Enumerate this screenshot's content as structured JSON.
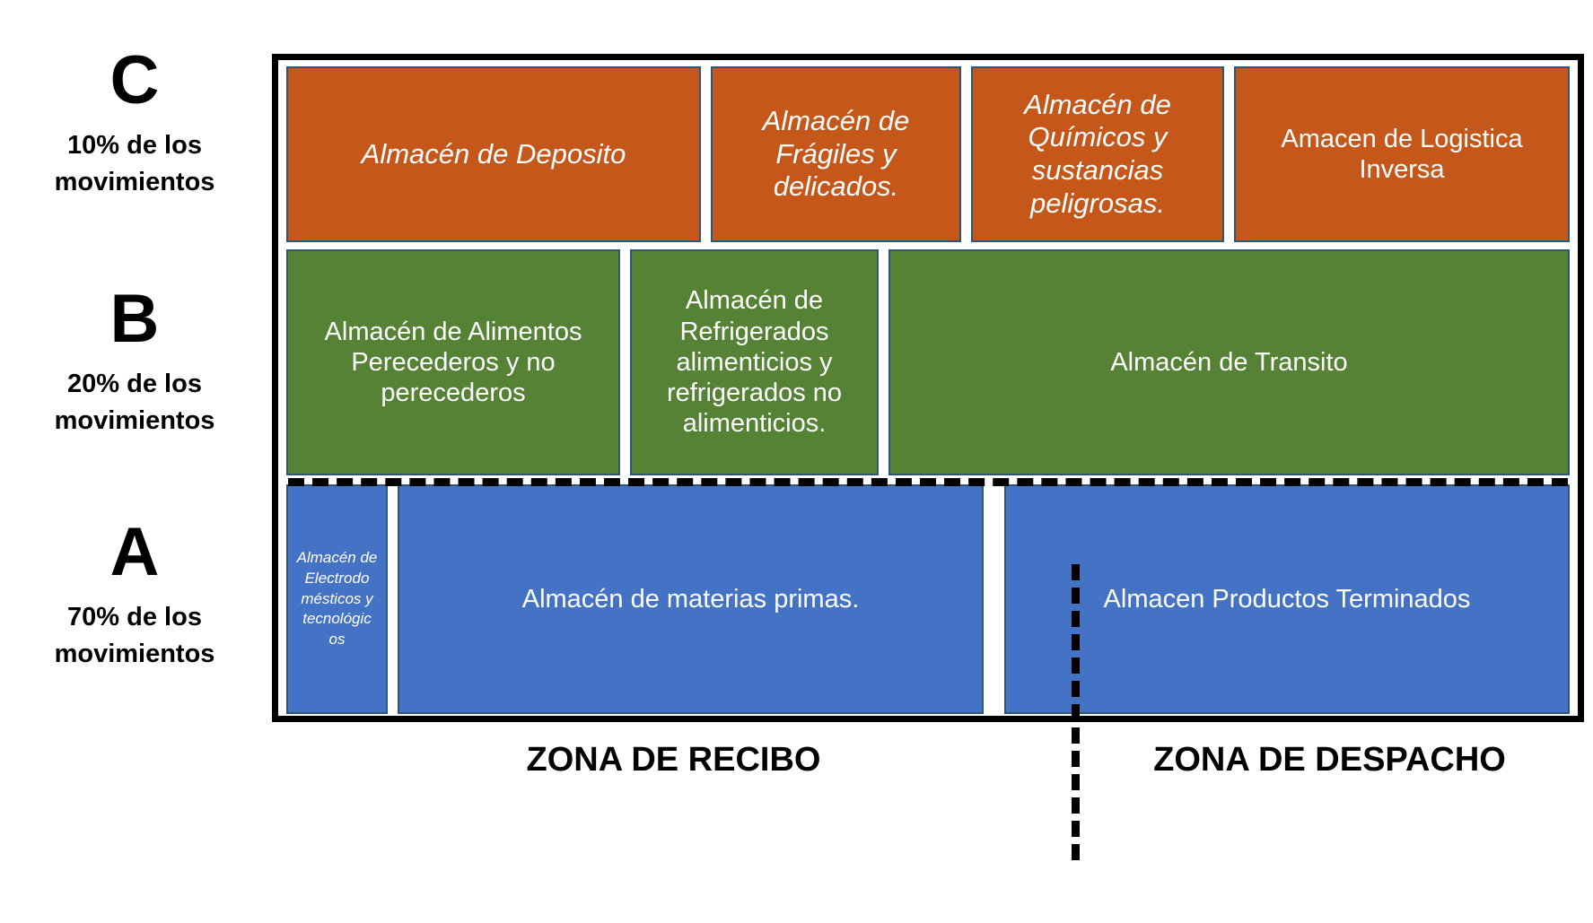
{
  "legend": {
    "groups": [
      {
        "letter": "C",
        "subtitle": "10% de los movimientos",
        "percent": "10%"
      },
      {
        "letter": "B",
        "subtitle": "20% de los movimientos",
        "percent": "20%"
      },
      {
        "letter": "A",
        "subtitle": "70% de los movimientos",
        "percent": "70%"
      }
    ]
  },
  "colors": {
    "class_c": "#C5571A",
    "class_b": "#558234",
    "class_a": "#4472C4",
    "box_border": "#2E5476",
    "frame": "#000000",
    "text_on_box": "#FFFFFF"
  },
  "rows": {
    "c": {
      "boxes": [
        {
          "label": "Almacén de Deposito",
          "style": "italic"
        },
        {
          "label": "Almacén de Frágiles y delicados.",
          "style": "italic"
        },
        {
          "label": "Almacén de Químicos y sustancias peligrosas.",
          "style": "italic"
        },
        {
          "label": "Amacen de Logistica Inversa",
          "style": "normal"
        }
      ]
    },
    "b": {
      "boxes": [
        {
          "label": "Almacén de Alimentos Perecederos y no perecederos",
          "style": "normal"
        },
        {
          "label": "Almacén de Refrigerados alimenticios y refrigerados no alimenticios.",
          "style": "normal"
        },
        {
          "label": "Almacén de Transito",
          "style": "normal"
        }
      ]
    },
    "a": {
      "boxes": [
        {
          "label": "Almacén de Electrodo mésticos y tecnológic os",
          "style": "italic"
        },
        {
          "label": "Almacén de materias primas.",
          "style": "normal"
        },
        {
          "label": "Almacen Productos Terminados",
          "style": "normal"
        }
      ]
    }
  },
  "zones": {
    "receiving": "ZONA DE RECIBO",
    "dispatch": "ZONA DE DESPACHO"
  }
}
